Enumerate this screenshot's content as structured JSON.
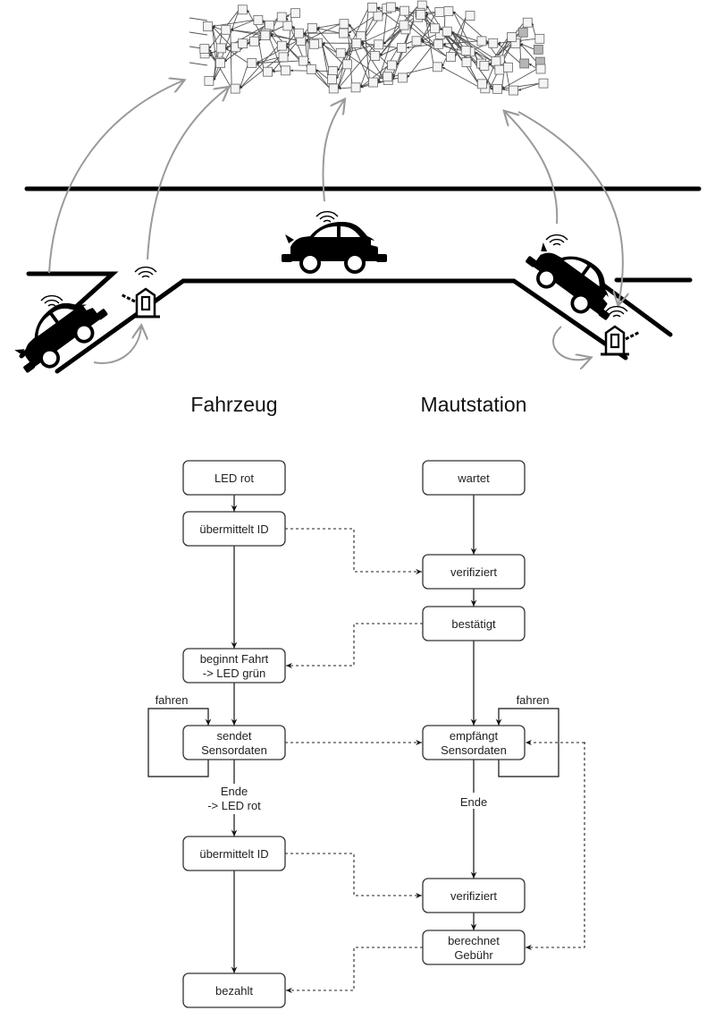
{
  "illustration": {
    "description": "Vehicles on a road with toll stations communicating to a distributed ledger network (tangle)",
    "network": {
      "label": "tangle-network",
      "node_color": "#f4f4f4",
      "tip_color": "#b5b5b5",
      "edge_color": "#555555"
    },
    "arrow_color": "#9a9a9a",
    "road_color": "#000000"
  },
  "columns": {
    "left_title": "Fahrzeug",
    "right_title": "Mautstation"
  },
  "flow": {
    "vehicle_nodes": [
      {
        "id": "v1",
        "lines": [
          "LED rot"
        ]
      },
      {
        "id": "v2",
        "lines": [
          "übermittelt ID"
        ]
      },
      {
        "id": "v3",
        "lines": [
          "beginnt Fahrt",
          "-> LED grün"
        ]
      },
      {
        "id": "v4",
        "lines": [
          "sendet",
          "Sensordaten"
        ]
      },
      {
        "id": "v5",
        "lines": [
          "übermittelt ID"
        ]
      },
      {
        "id": "v6",
        "lines": [
          "bezahlt"
        ]
      }
    ],
    "station_nodes": [
      {
        "id": "s1",
        "lines": [
          "wartet"
        ]
      },
      {
        "id": "s2",
        "lines": [
          "verifiziert"
        ]
      },
      {
        "id": "s3",
        "lines": [
          "bestätigt"
        ]
      },
      {
        "id": "s4",
        "lines": [
          "empfängt",
          "Sensordaten"
        ]
      },
      {
        "id": "s5",
        "lines": [
          "verifiziert"
        ]
      },
      {
        "id": "s6",
        "lines": [
          "berechnet",
          "Gebühr"
        ]
      }
    ],
    "edge_labels": {
      "vehicle_loop": "fahren",
      "station_loop": "fahren",
      "vehicle_end": [
        "Ende",
        "-> LED rot"
      ],
      "station_end": "Ende"
    },
    "solid_edges": [
      [
        "v1",
        "v2"
      ],
      [
        "v2",
        "v3"
      ],
      [
        "v3",
        "v4"
      ],
      [
        "v4",
        "v5"
      ],
      [
        "v5",
        "v6"
      ],
      [
        "s1",
        "s2"
      ],
      [
        "s2",
        "s3"
      ],
      [
        "s3",
        "s4"
      ],
      [
        "s4",
        "s5"
      ],
      [
        "s5",
        "s6"
      ]
    ],
    "dashed_edges": [
      [
        "v2",
        "s2"
      ],
      [
        "s3",
        "v3"
      ],
      [
        "v4",
        "s4"
      ],
      [
        "v5",
        "s5"
      ],
      [
        "s6",
        "v6"
      ],
      [
        "s4",
        "s6"
      ]
    ]
  }
}
